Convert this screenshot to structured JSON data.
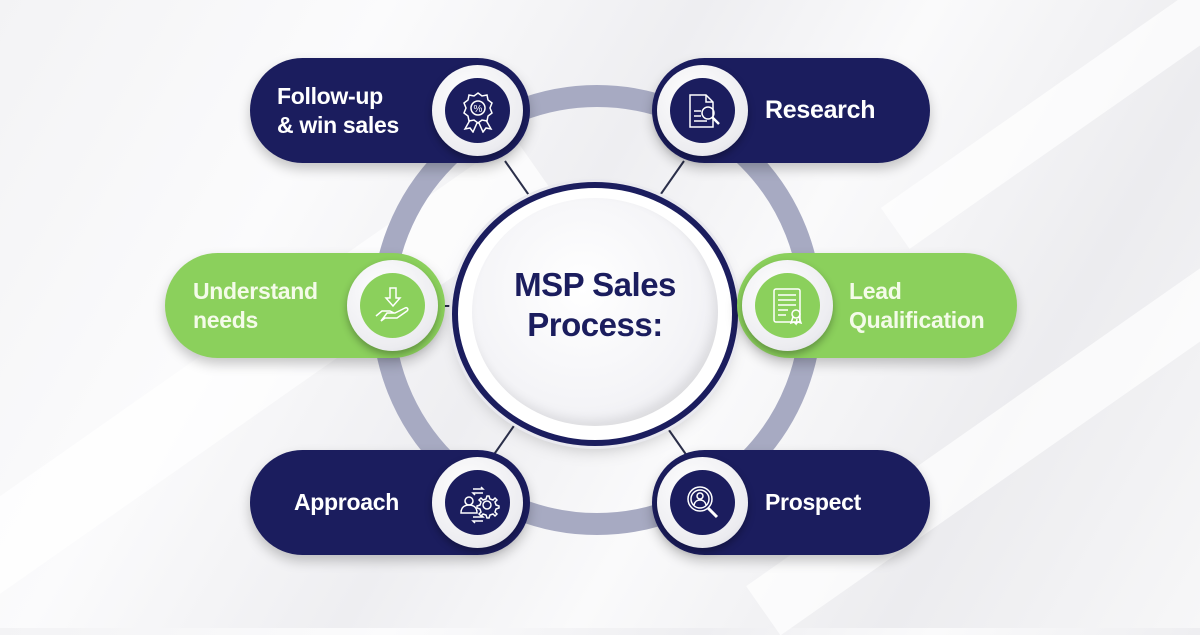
{
  "title": {
    "line1": "MSP Sales",
    "line2": "Process:"
  },
  "colors": {
    "navy": "#1b1d5e",
    "green": "#8bd05c",
    "ring": "#a7aac2",
    "background": "#f3f3f5"
  },
  "steps": [
    {
      "label": "Follow-up\n& win sales",
      "icon": "award-percent-icon",
      "color": "navy",
      "position": "top-left"
    },
    {
      "label": "Research",
      "icon": "document-search-icon",
      "color": "navy",
      "position": "top-right"
    },
    {
      "label": "Understand\nneeds",
      "icon": "hand-receive-icon",
      "color": "green",
      "position": "middle-left"
    },
    {
      "label": "Lead\nQualification",
      "icon": "certificate-icon",
      "color": "green",
      "position": "middle-right"
    },
    {
      "label": "Approach",
      "icon": "person-gear-exchange-icon",
      "color": "navy",
      "position": "bottom-left"
    },
    {
      "label": "Prospect",
      "icon": "user-search-icon",
      "color": "navy",
      "position": "bottom-right"
    }
  ]
}
